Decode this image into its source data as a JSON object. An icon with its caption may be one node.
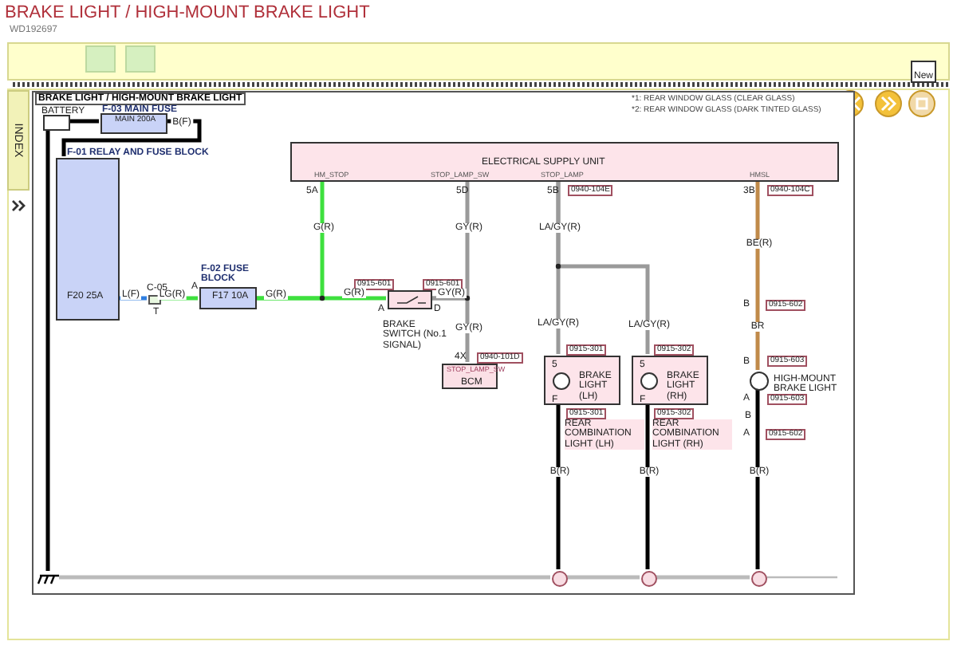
{
  "diagram": {
    "title": "BRAKE LIGHT / HIGH-MOUNT BRAKE LIGHT",
    "nodes": [
      {
        "text": [
          "BRAKE LIGHT / HIGH-MOUNT BRAKE LIGHT"
        ]
      },
      {
        "text": [
          "BATTERY"
        ],
        "in": 0
      },
      {
        "text": [
          "F-03 MAIN FUSE",
          "MAIN 200A"
        ],
        "in": 0
      },
      {
        "text": [
          "F-01 RELAY AND FUSE BLOCK",
          "F20 25A"
        ],
        "in": 0
      },
      {
        "text": [
          "C-05",
          "T"
        ],
        "in": 0
      },
      {
        "text": [
          "F-02 FUSE BLOCK",
          "F17 10A"
        ],
        "in": 0,
        "beside": [
          "A"
        ]
      },
      {
        "text": [
          "BRAKE SWITCH (No.1 SIGNAL)"
        ],
        "in": 0,
        "beside": [
          "0915-601",
          "0915-601",
          "A",
          "D"
        ]
      },
      {
        "text": [
          "STOP_LAMP_SW",
          "BCM"
        ],
        "in": 0,
        "beside": [
          "4X",
          "0940-101D"
        ]
      },
      {
        "text": [
          "ELECTRICAL SUPPLY UNIT",
          "HM_STOP",
          "STOP_LAMP_SW",
          "STOP_LAMP",
          "HMSL"
        ],
        "in": 0,
        "beside": [
          "5A",
          "5D",
          "5B",
          "0940-104E",
          "3B",
          "0940-104C"
        ]
      },
      {
        "text": [
          "BRAKE LIGHT (LH)",
          "5",
          "F"
        ],
        "in": 0,
        "beside": [
          "0915-301",
          "0915-301",
          "REAR COMBINATION LIGHT (LH)"
        ]
      },
      {
        "text": [
          "BRAKE LIGHT (RH)",
          "5",
          "F"
        ],
        "in": 0,
        "beside": [
          "0915-302",
          "0915-302",
          "REAR COMBINATION LIGHT (RH)"
        ]
      },
      {
        "text": [
          "HIGH-MOUNT BRAKE LIGHT"
        ],
        "in": 0,
        "beside": [
          "B",
          "0915-603",
          "A",
          "0915-603"
        ]
      },
      {
        "text": [],
        "shape": "circle",
        "in": 0
      },
      {
        "text": [],
        "shape": "circle",
        "in": 0
      },
      {
        "text": [],
        "shape": "circle",
        "in": 0
      },
      {
        "text": [],
        "shape": "ground",
        "in": 0
      }
    ],
    "edges": [
      {
        "from": 1,
        "to": 2,
        "arrow": "none"
      },
      {
        "from": 2,
        "to": 3,
        "label": "B(F)",
        "arrow": "none"
      },
      {
        "from": 3,
        "to": 4,
        "label": "L(F)",
        "arrow": "none",
        "color": "#2f7fe0"
      },
      {
        "from": 4,
        "to": 5,
        "label": "LG(R)",
        "arrow": "none",
        "color": "#3ee03e"
      },
      {
        "from": 5,
        "to": 6,
        "label": "G(R)",
        "arrow": "none",
        "color": "#3ee03e"
      },
      {
        "from": 5,
        "to": 8,
        "label": "G(R)",
        "arrow": "none",
        "color": "#3ee03e"
      },
      {
        "from": 6,
        "to": 8,
        "label": "GY(R)",
        "arrow": "none",
        "color": "#9a9a9a"
      },
      {
        "from": 6,
        "to": 7,
        "label": "GY(R)",
        "arrow": "none",
        "color": "#9a9a9a"
      },
      {
        "from": 8,
        "to": 9,
        "label": "LA/GY(R)",
        "arrow": "none",
        "color": "#9a9a9a"
      },
      {
        "from": 8,
        "to": 10,
        "label": "LA/GY(R)",
        "arrow": "none",
        "color": "#9a9a9a"
      },
      {
        "from": 8,
        "to": 11,
        "label": "BE(R)",
        "arrow": "none",
        "color": "#c08a4a"
      },
      {
        "from": 9,
        "to": 12,
        "label": "B(R)",
        "arrow": "none"
      },
      {
        "from": 10,
        "to": 13,
        "label": "B(R)",
        "arrow": "none"
      },
      {
        "from": 11,
        "to": 14,
        "label": "B(R)",
        "arrow": "none"
      },
      {
        "from": 12,
        "to": 15,
        "arrow": "none",
        "color": "#bbbbbb"
      },
      {
        "from": 13,
        "to": 12,
        "arrow": "none",
        "color": "#bbbbbb"
      },
      {
        "from": 14,
        "to": 13,
        "arrow": "none",
        "color": "#bbbbbb"
      },
      {
        "from": 1,
        "to": 15,
        "arrow": "none"
      }
    ],
    "labels": [
      "WD192697",
      "New",
      "INDEX",
      "*1: REAR WINDOW GLASS (CLEAR GLASS)",
      "*2: REAR WINDOW GLASS (DARK TINTED GLASS)",
      "G(R)",
      "GY(R)",
      "LA/GY(R)",
      "BR",
      "B",
      "0915-602",
      "B",
      "A",
      "0915-602"
    ]
  }
}
